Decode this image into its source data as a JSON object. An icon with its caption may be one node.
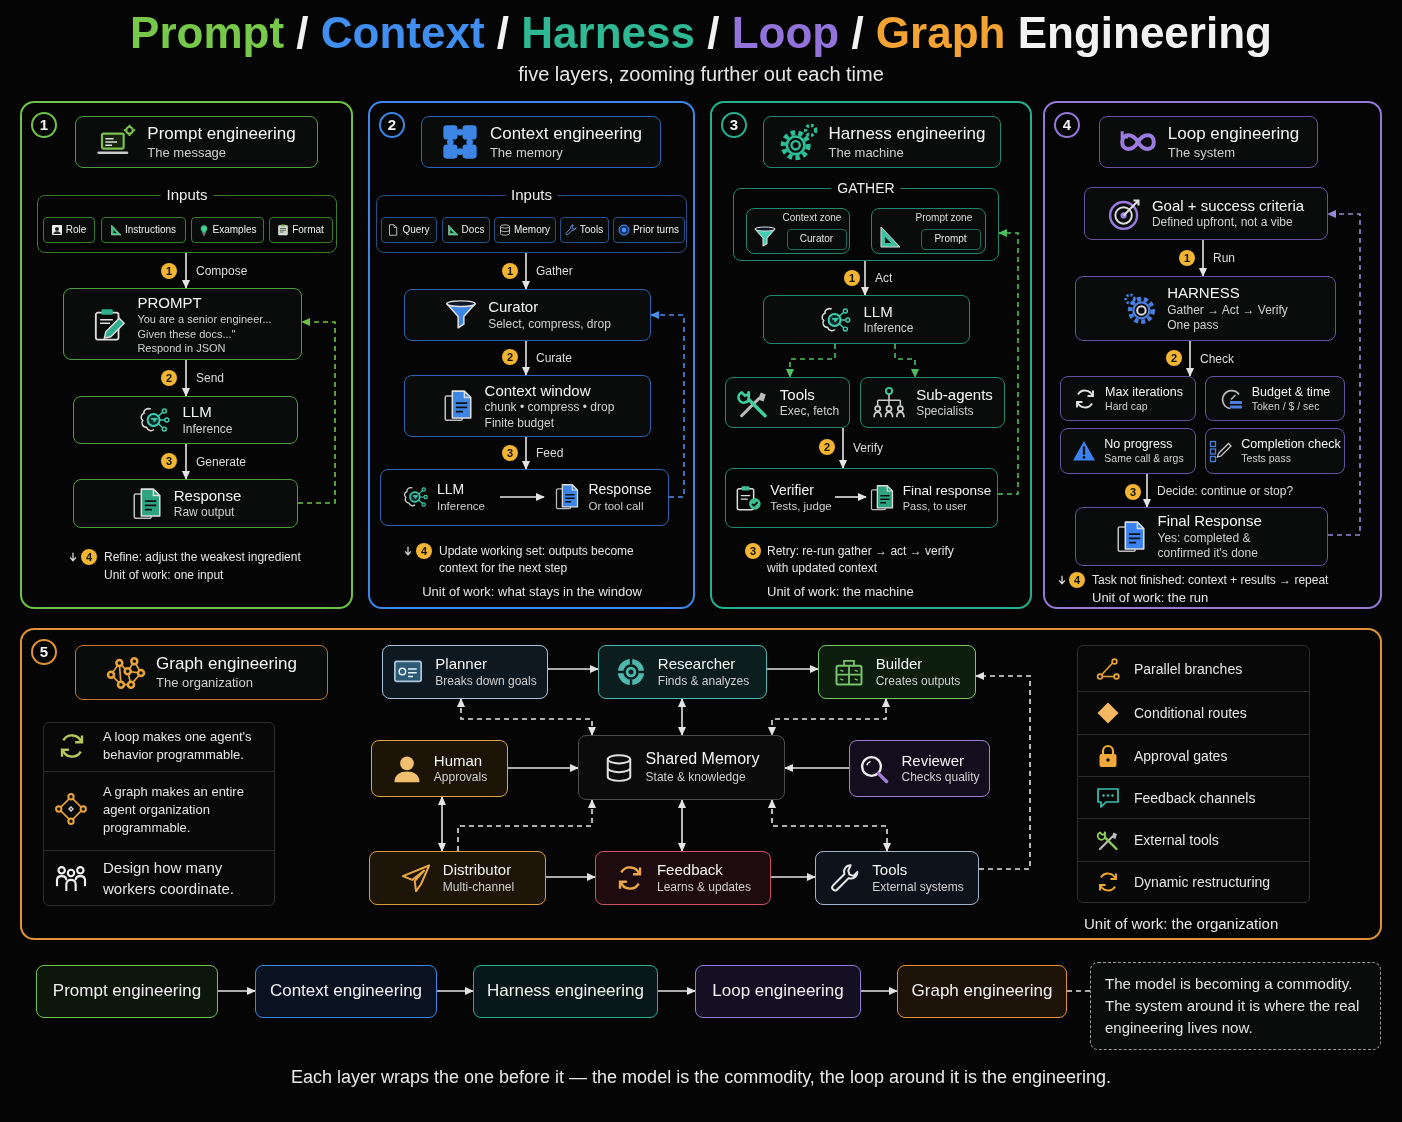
{
  "diagram": {
    "title": "Prompt / Context / Harness / Loop / Graph Engineering",
    "caption": "Each layer wraps the one before it — the model is the commodity, the loop around it is the engineering.",
    "nodes": [
      {
        "text": [
          "1"
        ]
      },
      {
        "text": [
          "Prompt engineering",
          "The message"
        ],
        "in": 0
      },
      {
        "text": [
          "Inputs"
        ],
        "in": 0
      },
      {
        "text": [
          "Role"
        ],
        "in": 2
      },
      {
        "text": [
          "Instructions"
        ],
        "in": 2
      },
      {
        "text": [
          "Examples"
        ],
        "in": 2
      },
      {
        "text": [
          "Format"
        ],
        "in": 2
      },
      {
        "text": [
          "PROMPT",
          "You are a senior engineer...",
          "Given these docs...\"",
          "Respond in JSON"
        ],
        "in": 0
      },
      {
        "text": [
          "LLM",
          "Inference"
        ],
        "in": 0
      },
      {
        "text": [
          "Response",
          "Raw output"
        ],
        "in": 0
      },
      {
        "text": [
          "2"
        ]
      },
      {
        "text": [
          "Context engineering",
          "The memory"
        ],
        "in": 10
      },
      {
        "text": [
          "Inputs"
        ],
        "in": 10
      },
      {
        "text": [
          "Query"
        ],
        "in": 12
      },
      {
        "text": [
          "Docs"
        ],
        "in": 12
      },
      {
        "text": [
          "Memory"
        ],
        "in": 12
      },
      {
        "text": [
          "Tools"
        ],
        "in": 12
      },
      {
        "text": [
          "Prior turns"
        ],
        "in": 12
      },
      {
        "text": [
          "Curator",
          "Select, compress, drop"
        ],
        "in": 10
      },
      {
        "text": [
          "Context window",
          "chunk • compress • drop",
          "Finite budget"
        ],
        "in": 10
      },
      {
        "text": [],
        "shape": "box",
        "in": 10
      },
      {
        "text": [
          "LLM",
          "Inference"
        ],
        "in": 20
      },
      {
        "text": [
          "Response",
          "Or tool call"
        ],
        "in": 20
      },
      {
        "text": [
          "3"
        ]
      },
      {
        "text": [
          "Harness engineering",
          "The machine"
        ],
        "in": 23
      },
      {
        "text": [
          "GATHER"
        ],
        "in": 23
      },
      {
        "text": [
          "Context zone"
        ],
        "in": 25
      },
      {
        "text": [
          "Curator"
        ],
        "in": 26
      },
      {
        "text": [
          "Prompt zone"
        ],
        "in": 25
      },
      {
        "text": [
          "Prompt"
        ],
        "in": 28
      },
      {
        "text": [
          "LLM",
          "Inference"
        ],
        "in": 23
      },
      {
        "text": [
          "Tools",
          "Exec, fetch"
        ],
        "in": 23
      },
      {
        "text": [
          "Sub-agents",
          "Specialists"
        ],
        "in": 23
      },
      {
        "text": [],
        "shape": "box",
        "in": 23
      },
      {
        "text": [
          "Verifier",
          "Tests, judge"
        ],
        "in": 33
      },
      {
        "text": [
          "Final response",
          "Pass, to user"
        ],
        "in": 33
      },
      {
        "text": [
          "4"
        ]
      },
      {
        "text": [
          "Loop engineering",
          "The system"
        ],
        "in": 36
      },
      {
        "text": [
          "Goal + success criteria",
          "Defined upfront, not a vibe"
        ],
        "in": 36
      },
      {
        "text": [
          "HARNESS",
          "Gather → Act → Verify",
          "One pass"
        ],
        "in": 36
      },
      {
        "text": [
          "Max iterations",
          "Hard cap"
        ],
        "in": 36
      },
      {
        "text": [
          "Budget & time",
          "Token / $ / sec"
        ],
        "in": 36
      },
      {
        "text": [
          "No progress",
          "Same call & args"
        ],
        "in": 36
      },
      {
        "text": [
          "Completion check",
          "Tests pass"
        ],
        "in": 36
      },
      {
        "text": [
          "Final Response",
          "Yes: completed & confirmed it's done"
        ],
        "in": 36
      },
      {
        "text": [
          "5"
        ]
      },
      {
        "text": [
          "Graph engineering",
          "The organization"
        ],
        "in": 45
      },
      {
        "text": [
          "Planner",
          "Breaks down goals"
        ],
        "in": 45
      },
      {
        "text": [
          "Researcher",
          "Finds & analyzes"
        ],
        "in": 45
      },
      {
        "text": [
          "Builder",
          "Creates outputs"
        ],
        "in": 45
      },
      {
        "text": [
          "Human",
          "Approvals"
        ],
        "in": 45
      },
      {
        "text": [
          "Shared Memory",
          "State & knowledge"
        ],
        "in": 45
      },
      {
        "text": [
          "Reviewer",
          "Checks quality"
        ],
        "in": 45
      },
      {
        "text": [
          "Distributor",
          "Multi-channel"
        ],
        "in": 45
      },
      {
        "text": [
          "Feedback",
          "Learns & updates"
        ],
        "in": 45
      },
      {
        "text": [
          "Tools",
          "External systems"
        ],
        "in": 45
      },
      {
        "text": [
          "Prompt engineering"
        ]
      },
      {
        "text": [
          "Context engineering"
        ]
      },
      {
        "text": [
          "Harness engineering"
        ]
      },
      {
        "text": [
          "Loop engineering"
        ]
      },
      {
        "text": [
          "Graph engineering"
        ]
      },
      {
        "text": [
          "The model is becoming a commodity. The system around it is where the real engineering lives now."
        ]
      }
    ],
    "edges": [
      {
        "from": 2,
        "to": 7,
        "arrow": "to",
        "label": "Compose"
      },
      {
        "from": 7,
        "to": 8,
        "arrow": "to",
        "label": "Send"
      },
      {
        "from": 8,
        "to": 9,
        "arrow": "to",
        "label": "Generate"
      },
      {
        "from": 9,
        "to": 7,
        "arrow": "to",
        "style": "dashed",
        "color": "#6fc247"
      },
      {
        "from": 12,
        "to": 18,
        "arrow": "to",
        "label": "Gather"
      },
      {
        "from": 18,
        "to": 19,
        "arrow": "to",
        "label": "Curate"
      },
      {
        "from": 19,
        "to": 20,
        "arrow": "to",
        "label": "Feed"
      },
      {
        "from": 21,
        "to": 22,
        "arrow": "to"
      },
      {
        "from": 20,
        "to": 18,
        "arrow": "to",
        "style": "dashed",
        "color": "#4a8fe8"
      },
      {
        "from": 25,
        "to": 30,
        "arrow": "to",
        "label": "Act"
      },
      {
        "from": 30,
        "to": 31,
        "arrow": "to",
        "style": "dashed",
        "color": "#4fbf5f"
      },
      {
        "from": 30,
        "to": 32,
        "arrow": "to",
        "style": "dashed",
        "color": "#4fbf5f"
      },
      {
        "from": 31,
        "to": 33,
        "arrow": "to",
        "label": "Verify"
      },
      {
        "from": 34,
        "to": 35,
        "arrow": "to"
      },
      {
        "from": 33,
        "to": 25,
        "arrow": "to",
        "style": "dashed",
        "color": "#4fbf5f"
      },
      {
        "from": 38,
        "to": 39,
        "arrow": "to",
        "label": "Run"
      },
      {
        "from": 39,
        "to": 40,
        "arrow": "to",
        "label": "Check"
      },
      {
        "from": 42,
        "to": 44,
        "arrow": "to",
        "label": "Decide: continue or stop?"
      },
      {
        "from": 44,
        "to": 38,
        "arrow": "to",
        "style": "dashed",
        "color": "#9a86d8"
      },
      {
        "from": 47,
        "to": 48,
        "arrow": "to"
      },
      {
        "from": 48,
        "to": 49,
        "arrow": "to"
      },
      {
        "from": 48,
        "to": 51,
        "arrow": "both"
      },
      {
        "from": 47,
        "to": 51,
        "arrow": "both",
        "style": "dashed"
      },
      {
        "from": 49,
        "to": 51,
        "arrow": "both",
        "style": "dashed"
      },
      {
        "from": 50,
        "to": 51,
        "arrow": "to"
      },
      {
        "from": 52,
        "to": 51,
        "arrow": "to"
      },
      {
        "from": 50,
        "to": 53,
        "arrow": "both"
      },
      {
        "from": 53,
        "to": 51,
        "arrow": "to",
        "style": "dashed"
      },
      {
        "from": 51,
        "to": 54,
        "arrow": "both"
      },
      {
        "from": 51,
        "to": 55,
        "arrow": "both",
        "style": "dashed"
      },
      {
        "from": 53,
        "to": 54,
        "arrow": "to"
      },
      {
        "from": 54,
        "to": 55,
        "arrow": "to"
      },
      {
        "from": 55,
        "to": 49,
        "arrow": "to",
        "style": "dashed"
      },
      {
        "from": 56,
        "to": 57,
        "arrow": "to"
      },
      {
        "from": 57,
        "to": 58,
        "arrow": "to"
      },
      {
        "from": 58,
        "to": 59,
        "arrow": "to"
      },
      {
        "from": 59,
        "to": 60,
        "arrow": "to"
      },
      {
        "from": 60,
        "to": 61,
        "arrow": "none",
        "style": "dashed"
      }
    ],
    "labels": [
      "five layers, zooming further out each time",
      "1",
      "2",
      "3",
      "4",
      "Refine: adjust the weakest ingredient",
      "Unit of work: one input",
      "1",
      "2",
      "3",
      "4",
      "Update working set: outputs become context for the next step",
      "Unit of work: what stays in the window",
      "1",
      "2",
      "3",
      "Retry: re-run gather → act → verify with updated context",
      "Unit of work: the machine",
      "1",
      "2",
      "3",
      "4",
      "Task not finished: context + results → repeat",
      "Unit of work: the run",
      "A loop makes one agent's behavior programmable.",
      "A graph makes an entire agent organization programmable.",
      "Design how many workers coordinate.",
      "Unit of work: the organization"
    ],
    "legend": [
      {
        "text": "Parallel branches"
      },
      {
        "text": "Conditional routes"
      },
      {
        "text": "Approval gates"
      },
      {
        "text": "Feedback channels"
      },
      {
        "text": "External tools"
      },
      {
        "text": "Dynamic restructuring"
      }
    ]
  }
}
